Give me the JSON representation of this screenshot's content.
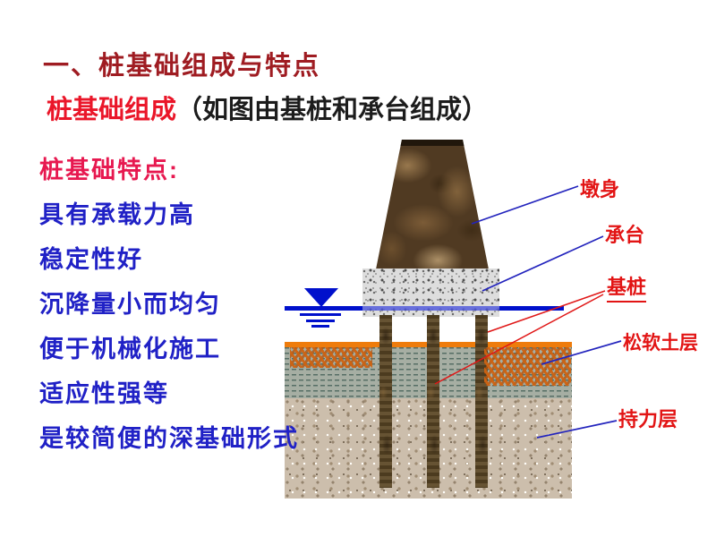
{
  "slide": {
    "title": "一、桩基础组成与特点",
    "subtitle": {
      "highlight": "桩基础组成",
      "rest": "（如图由基桩和承台组成）"
    },
    "features": {
      "heading": "桩基础特点:",
      "items": [
        "具有承载力高",
        "稳定性好",
        "沉降量小而均匀",
        "便于机械化施工",
        "适应性强等",
        "是较简便的深基础形式"
      ]
    }
  },
  "diagram": {
    "labels": {
      "pier": "墩身",
      "cap": "承台",
      "pile": "基桩",
      "soft_soil": "松软土层",
      "bearing_layer": "持力层"
    }
  },
  "colors": {
    "title_dark_red": "#9f1c22",
    "subtitle_red": "#ea1629",
    "features_heading_pink": "#e71950",
    "features_blue": "#2021c6",
    "label_red": "#e21414",
    "leader_blue": "#2324bd",
    "water_blue": "#0010cc",
    "soil_surface_orange": "#ee7c0c"
  }
}
